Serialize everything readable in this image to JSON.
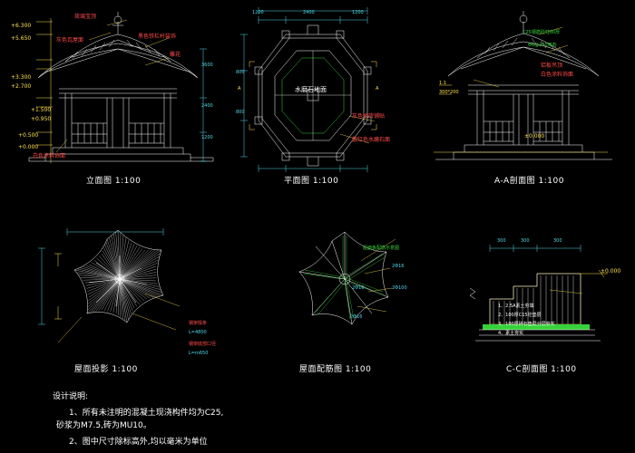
{
  "sheet": {
    "background": "#000000",
    "colors": {
      "white": "#ffffff",
      "yellow": "#ffe24a",
      "cyan": "#4fd8e8",
      "green": "#36d13a",
      "red": "#ff4b4b"
    }
  },
  "views": {
    "elevation": {
      "caption": "立面图  1:100",
      "levels": [
        "+6.300",
        "+5.650",
        "+3.300",
        "+2.700",
        "+1.500",
        "+0.950",
        "+0.500",
        "+0.000"
      ],
      "notes": [
        "琉璃宝顶",
        "灰色瓦屋面",
        "黑色铁栏杆装饰",
        "雕花",
        "白色涂料饰面"
      ],
      "dims": [
        "3600",
        "2400",
        "1200"
      ]
    },
    "plan": {
      "caption": "平面图  1:100",
      "center_label": "水磨石地面",
      "notes": [
        "灰色地砖铺贴",
        "散红色水磨石面"
      ],
      "dims": [
        "1200",
        "2400",
        "1200",
        "800",
        "800"
      ],
      "side_labels": [
        "1-1",
        "A",
        "A"
      ]
    },
    "section_aa": {
      "caption": "A-A剖面图  1:100",
      "notes": [
        "C25钢筋砼柱80厚",
        "Φ6@200双向",
        "铝板吊顶",
        "白色涂料饰面",
        "300*200"
      ],
      "levels": [
        "±0.000"
      ],
      "dims": [
        "1:1"
      ]
    },
    "roof_projection": {
      "caption": "屋面投影  1:100",
      "notes": [
        "钢架檩条",
        "L=4800",
        "钢架底部口径",
        "L=m650"
      ]
    },
    "roof_rib": {
      "caption": "屋面配筋图  1:100",
      "notes": [
        "屋面板配筋示意图",
        "2Φ16",
        "2Φ16",
        "2Φ16",
        "2Φ100"
      ]
    },
    "section_cc": {
      "caption": "C-C剖面图  1:100",
      "levels": [
        "±0.000"
      ],
      "dims": [
        "300",
        "300",
        "300"
      ],
      "notes": [
        "1、2.5A素土夯填",
        "2、100厚C15砼垫层",
        "3、100厚碎石垫层分层夯实",
        "4、素土夯实"
      ]
    }
  },
  "design_notes": {
    "title": "设计说明:",
    "items": [
      "1、所有未注明的混凝土现浇构件均为C25,",
      "砂浆为M7.5,砖为MU10。",
      "2、图中尺寸除标高外,均以毫米为单位"
    ]
  }
}
